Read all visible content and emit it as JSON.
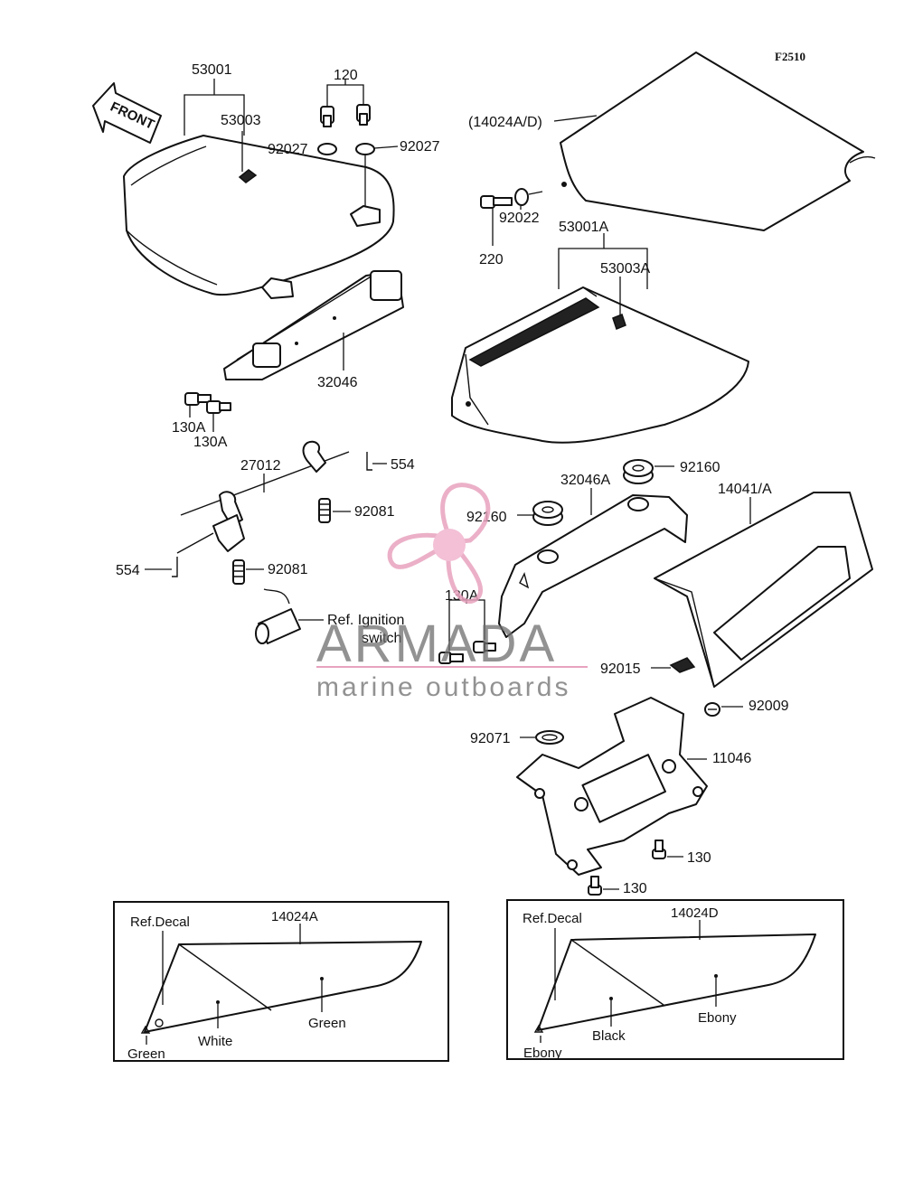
{
  "figure_code": "F2510",
  "front_arrow": "FRONT",
  "labels": {
    "p53001": "53001",
    "p53003": "53003",
    "p120": "120",
    "p92027_left": "92027",
    "p92027_right": "92027",
    "p14024ad": "(14024A/D)",
    "p92022": "92022",
    "p220": "220",
    "p53001a": "53001A",
    "p53003a": "53003A",
    "p32046": "32046",
    "p130a_1": "130A",
    "p130a_2": "130A",
    "p27012": "27012",
    "p554_top": "554",
    "p92081_top": "92081",
    "p554_left": "554",
    "p92081_bottom": "92081",
    "ref_ignition": "Ref. Ignition",
    "switch": "switch",
    "p92160_top": "92160",
    "p32046a": "32046A",
    "p14041a": "14041/A",
    "p92160_left": "92160",
    "p130a_center": "130A",
    "p92015": "92015",
    "p92009": "92009",
    "p92071": "92071",
    "p11046": "11046",
    "p130_1": "130",
    "p130_2": "130"
  },
  "decal_left": {
    "ref": "Ref.Decal",
    "part": "14024A",
    "colors": [
      "Green",
      "White",
      "Green"
    ]
  },
  "decal_right": {
    "ref": "Ref.Decal",
    "part": "14024D",
    "colors": [
      "Ebony",
      "Black",
      "Ebony"
    ]
  },
  "watermark": {
    "title": "ARMADA",
    "subtitle": "marine outboards",
    "logo_color": "#e8a3be",
    "logo_hub_color": "#f2b6cf"
  }
}
